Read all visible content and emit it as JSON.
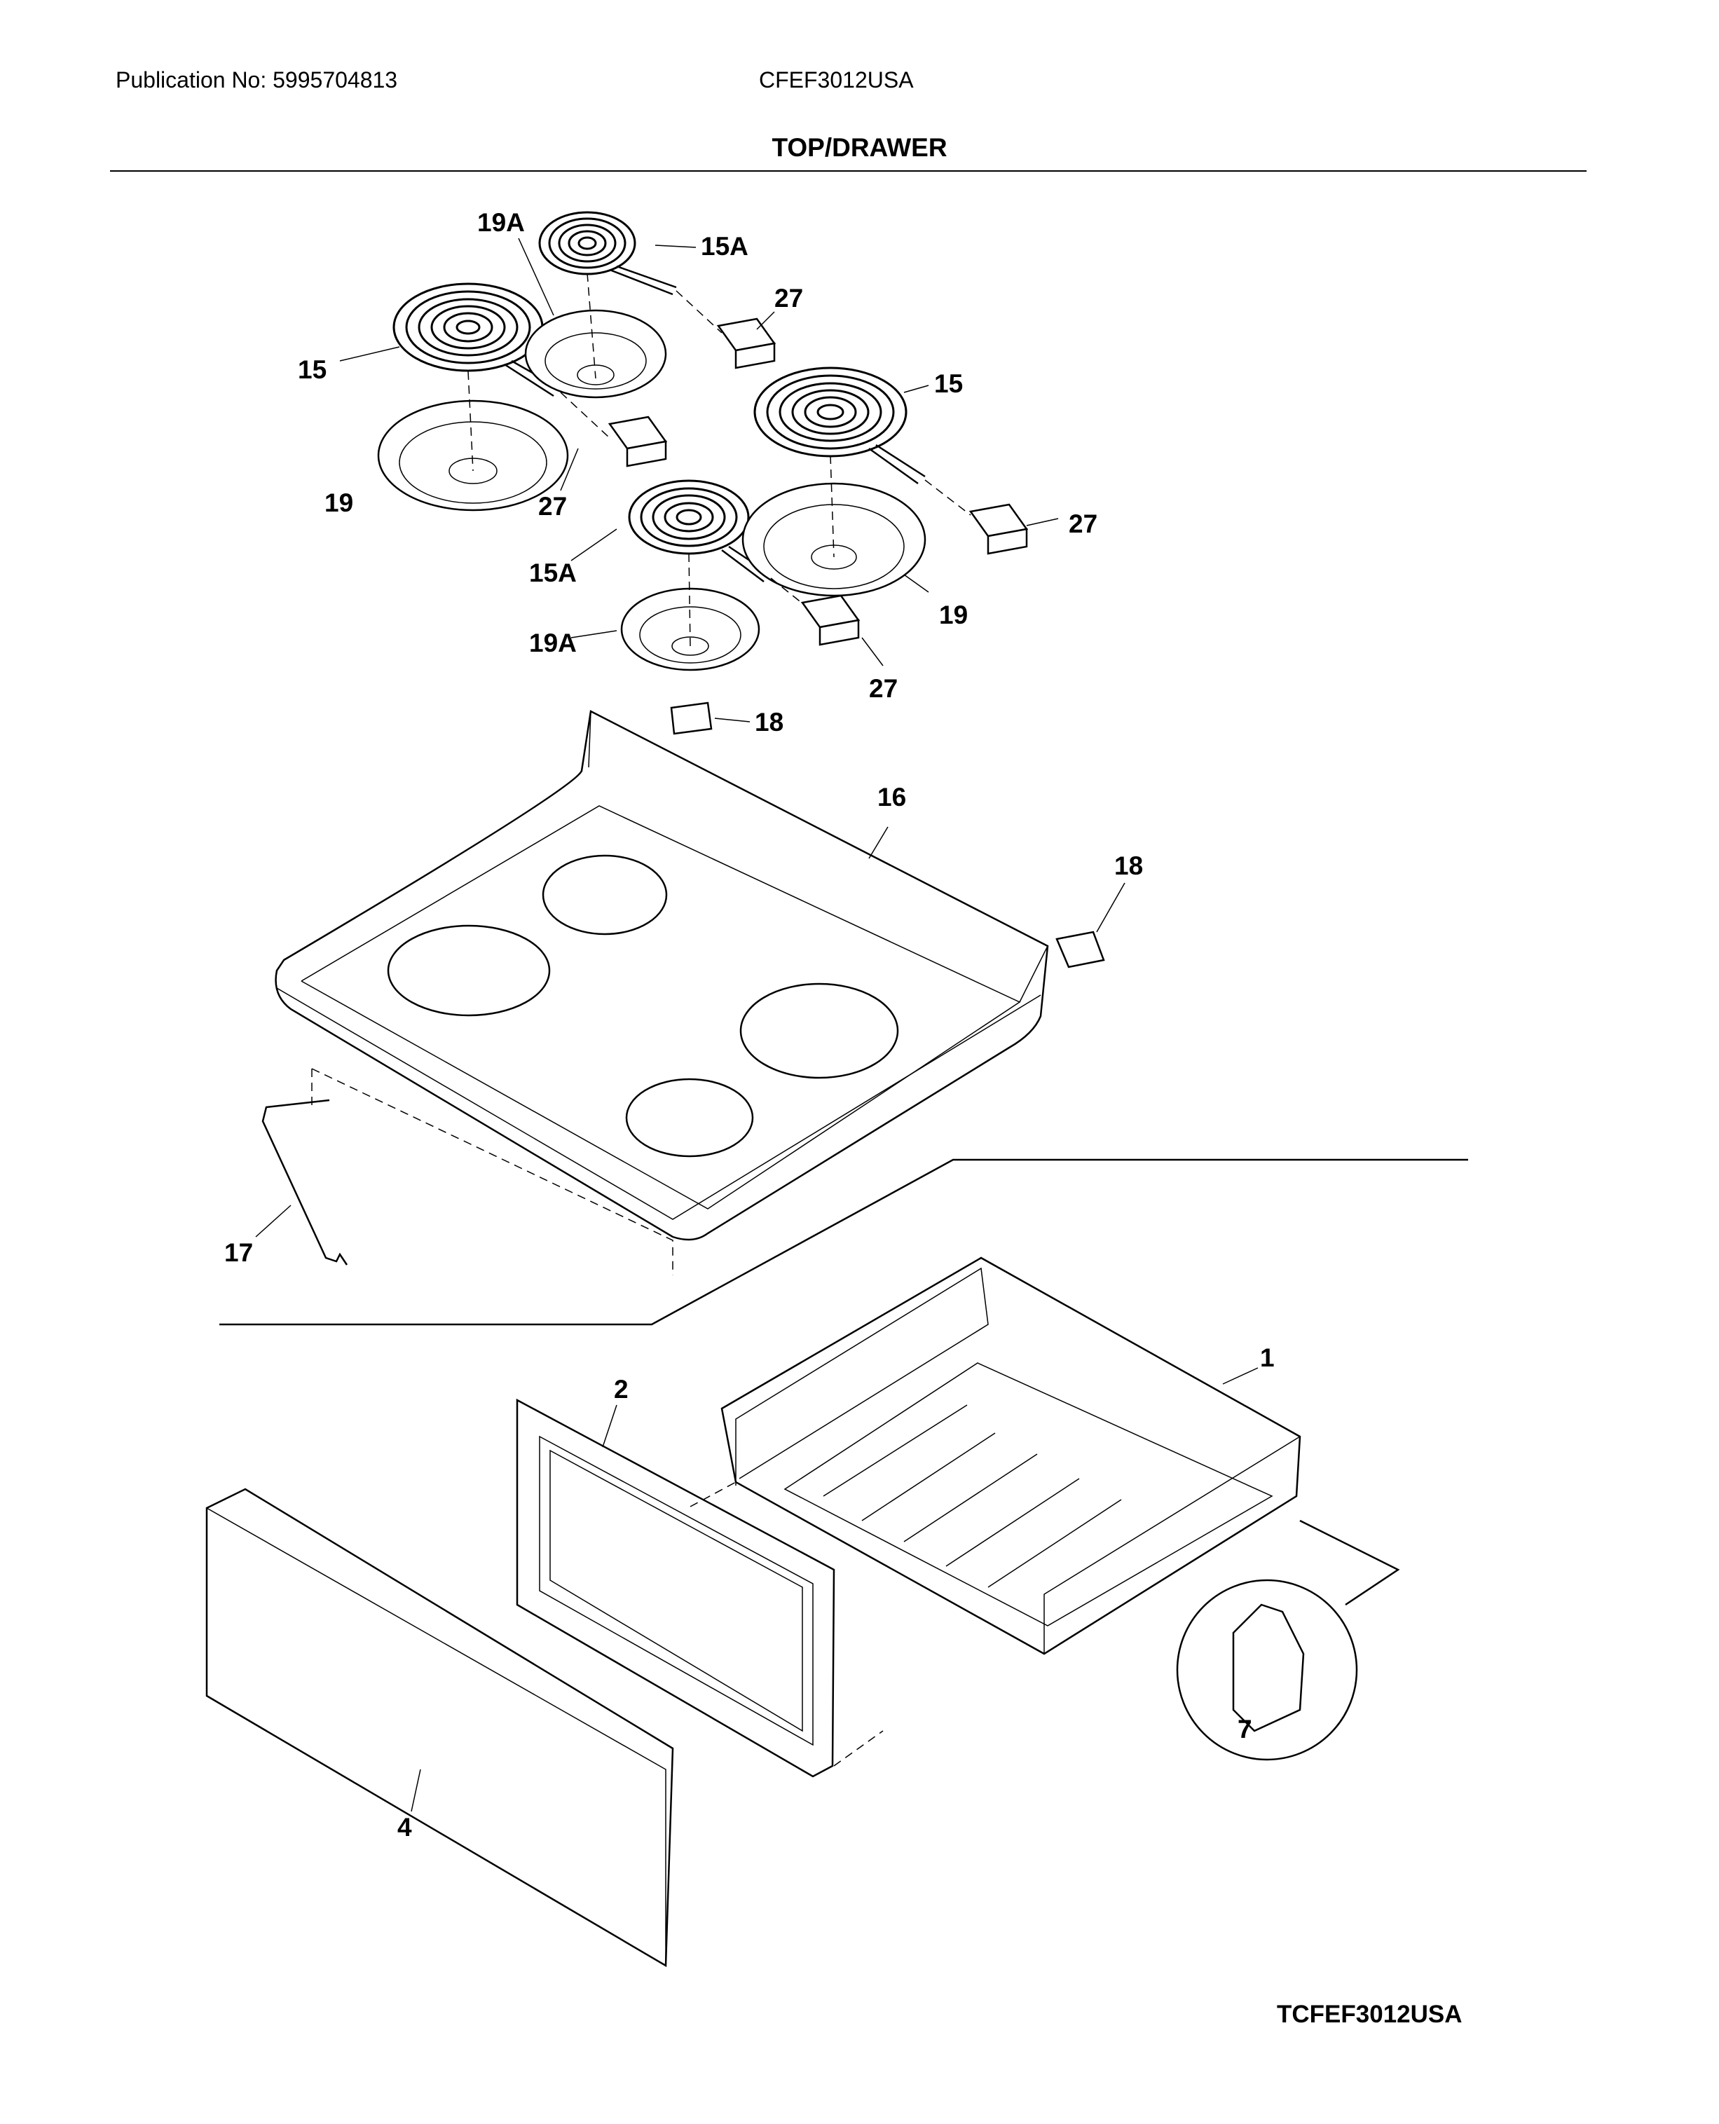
{
  "header": {
    "publication": "Publication No: 5995704813",
    "model": "CFEF3012USA",
    "section_title": "TOP/DRAWER"
  },
  "callouts": {
    "c19a_top": "19A",
    "c15a_top": "15A",
    "c27_a": "27",
    "c15_left": "15",
    "c15_right": "15",
    "c19_left": "19",
    "c27_b": "27",
    "c27_c": "27",
    "c15a_bottom": "15A",
    "c19_right": "19",
    "c19a_bottom": "19A",
    "c27_d": "27",
    "c18_top": "18",
    "c16": "16",
    "c18_right": "18",
    "c17": "17",
    "c1": "1",
    "c2": "2",
    "c7": "7",
    "c4": "4"
  },
  "footer": {
    "diagram_id": "TCFEF3012USA"
  }
}
